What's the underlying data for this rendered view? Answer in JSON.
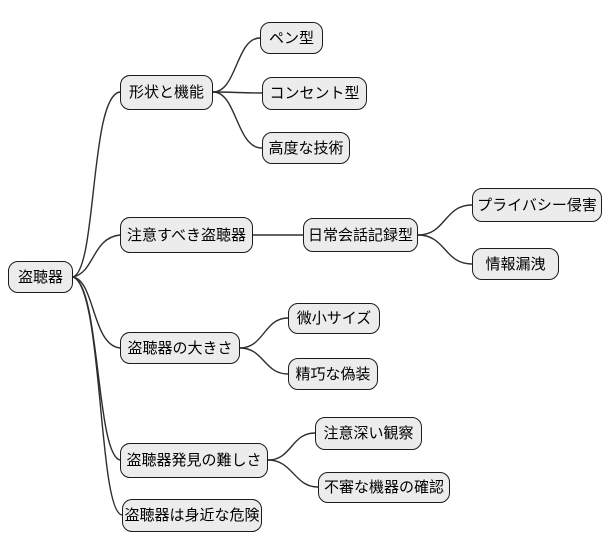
{
  "mindmap": {
    "root": {
      "label": "盗聴器"
    },
    "branches": [
      {
        "label": "形状と機能",
        "children": [
          {
            "label": "ペン型"
          },
          {
            "label": "コンセント型"
          },
          {
            "label": "高度な技術"
          }
        ]
      },
      {
        "label": "注意すべき盗聴器",
        "children": [
          {
            "label": "日常会話記録型",
            "children": [
              {
                "label": "プライバシー侵害"
              },
              {
                "label": "情報漏洩"
              }
            ]
          }
        ]
      },
      {
        "label": "盗聴器の大きさ",
        "children": [
          {
            "label": "微小サイズ"
          },
          {
            "label": "精巧な偽装"
          }
        ]
      },
      {
        "label": "盗聴器発見の難しさ",
        "children": [
          {
            "label": "注意深い観察"
          },
          {
            "label": "不審な機器の確認"
          }
        ]
      },
      {
        "label": "盗聴器は身近な危険",
        "children": []
      }
    ],
    "style": {
      "node_fill": "#ececec",
      "node_border": "#1c1c1c",
      "edge_color": "#2e2e2e",
      "text_color": "#000000",
      "background": "#ffffff"
    }
  }
}
